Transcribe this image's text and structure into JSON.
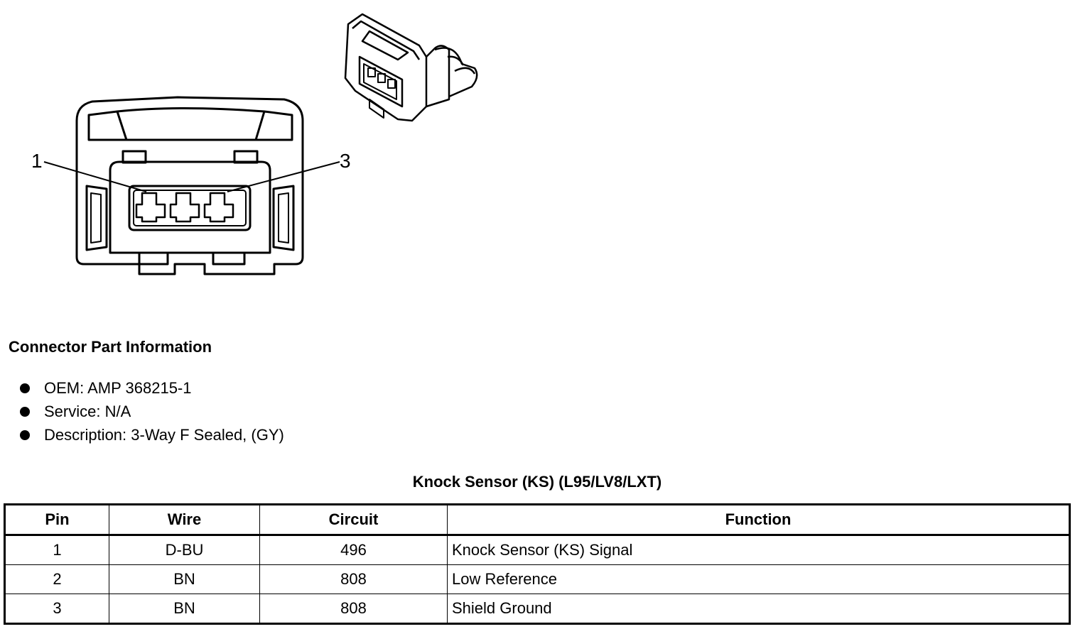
{
  "diagram": {
    "callouts": [
      "1",
      "3"
    ]
  },
  "connector_info": {
    "title": "Connector Part Information",
    "items": [
      "OEM: AMP 368215-1",
      "Service: N/A",
      "Description: 3-Way F Sealed, (GY)"
    ]
  },
  "pin_table": {
    "title": "Knock Sensor (KS) (L95/LV8/LXT)",
    "headers": [
      "Pin",
      "Wire",
      "Circuit",
      "Function"
    ],
    "rows": [
      [
        "1",
        "D-BU",
        "496",
        "Knock Sensor (KS) Signal"
      ],
      [
        "2",
        "BN",
        "808",
        "Low Reference"
      ],
      [
        "3",
        "BN",
        "808",
        "Shield Ground"
      ]
    ]
  }
}
